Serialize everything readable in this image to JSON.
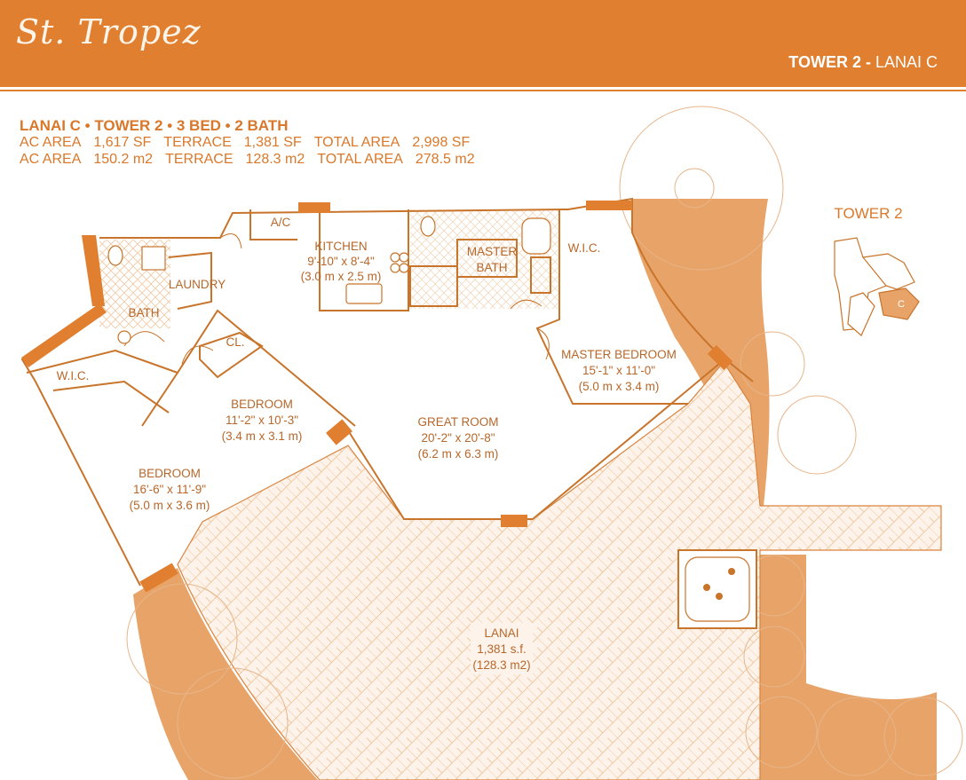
{
  "header": {
    "logo": "St. Tropez",
    "tower_bold": "TOWER 2 -",
    "tower_unit": " LANAI C"
  },
  "specs": {
    "title": "LANAI C • TOWER 2 • 3 BED • 2 BATH",
    "row1": [
      "AC AREA",
      "1,617 SF",
      "TERRACE",
      "1,381 SF",
      "TOTAL AREA",
      "2,998 SF"
    ],
    "row2": [
      "AC AREA",
      "150.2 m2",
      "TERRACE",
      "128.3 m2",
      "TOTAL AREA",
      "278.5 m2"
    ]
  },
  "rooms": {
    "ac": "A/C",
    "kitchen": {
      "name": "KITCHEN",
      "dim": "9'-10\" x 8'-4\"",
      "metric": "(3.0 m x 2.5 m)"
    },
    "master_bath": {
      "name1": "MASTER",
      "name2": "BATH"
    },
    "wic_master": "W.I.C.",
    "laundry": "LAUNDRY",
    "bath": "BATH",
    "closet": "CL.",
    "wic_left": "W.I.C.",
    "master_bedroom": {
      "name": "MASTER BEDROOM",
      "dim": "15'-1\" x 11'-0\"",
      "metric": "(5.0 m x 3.4 m)"
    },
    "bedroom2": {
      "name": "BEDROOM",
      "dim": "11'-2\" x 10'-3\"",
      "metric": "(3.4 m x 3.1 m)"
    },
    "great_room": {
      "name": "GREAT ROOM",
      "dim": "20'-2\" x 20'-8\"",
      "metric": "(6.2 m x 6.3 m)"
    },
    "bedroom1": {
      "name": "BEDROOM",
      "dim": "16'-6\" x 11'-9\"",
      "metric": "(5.0 m x 3.6 m)"
    },
    "lanai": {
      "name": "LANAI",
      "area": "1,381 s.f.",
      "metric": "(128.3 m2)"
    }
  },
  "keyplan": {
    "title": "TOWER 2",
    "unit": "C"
  },
  "colors": {
    "brand": "#e07f2f",
    "terrace": "#e8a468",
    "line": "#c8742b"
  }
}
